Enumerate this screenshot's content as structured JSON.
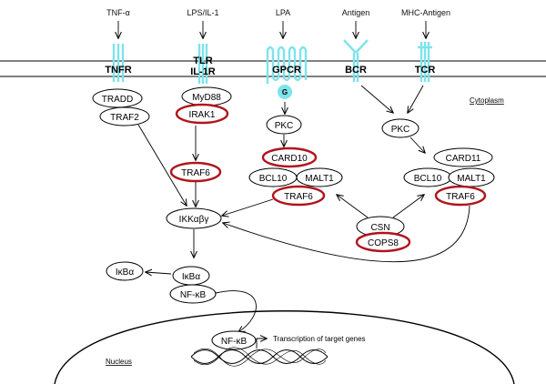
{
  "stimuli": {
    "tnf": "TNF-α",
    "lps": "LPS/IL-1",
    "lpa": "LPA",
    "antigen": "Antigen",
    "mhc": "MHC-Antigen"
  },
  "receptors": {
    "tnfr": "TNFR",
    "tlr_line1": "TLR",
    "tlr_line2": "IL-1R",
    "gpcr": "GPCR",
    "g_protein": "G",
    "bcr": "BCR",
    "tcr": "TCR"
  },
  "compartments": {
    "cytoplasm": "Cytoplasm",
    "nucleus": "Nucleus"
  },
  "nodes": {
    "tradd": "TRADD",
    "traf2": "TRAF2",
    "myd88": "MyD88",
    "irak1": "IRAK1",
    "traf6_a": "TRAF6",
    "pkc_a": "PKC",
    "card10": "CARD10",
    "bcl10_a": "BCL10",
    "malt1_a": "MALT1",
    "traf6_b": "TRAF6",
    "pkc_b": "PKC",
    "card11": "CARD11",
    "bcl10_b": "BCL10",
    "malt1_b": "MALT1",
    "traf6_c": "TRAF6",
    "csn": "CSN",
    "cops8": "COPS8",
    "ikk": "IKKαβγ",
    "ikba_free": "IκBα",
    "ikba": "IκBα",
    "nfkb": "NF-κB",
    "nfkb_nuc": "NF-κB"
  },
  "transcription": "Transcription of target genes",
  "colors": {
    "highlight": "#b0141c",
    "receptor": "#7ee3ec",
    "g_protein": "#7ee3ec"
  }
}
